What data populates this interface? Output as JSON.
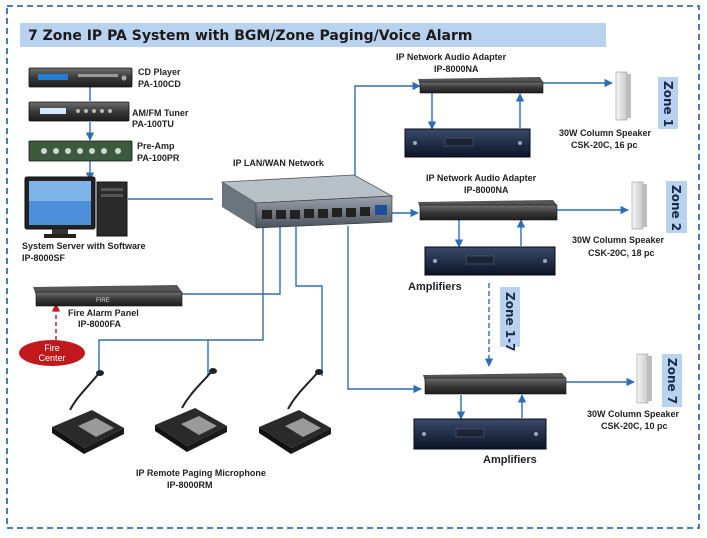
{
  "title": "7 Zone IP PA System with BGM/Zone Paging/Voice Alarm",
  "colors": {
    "frame": "#2f6db5",
    "line": "#2f6db5",
    "band": "#b9d2ef",
    "zone_band": "#b9d2ef",
    "fire": "#c0181c"
  },
  "labels": {
    "cd_name": "CD Player",
    "cd_model": "PA-100CD",
    "tuner_name": "AM/FM Tuner",
    "tuner_model": "PA-100TU",
    "preamp_name": "Pre-Amp",
    "preamp_model": "PA-100PR",
    "server_name": "System Server with Software",
    "server_model": "IP-8000SF",
    "network": "IP LAN/WAN Network",
    "fire_panel_name": "Fire Alarm Panel",
    "fire_panel_model": "IP-8000FA",
    "fire_panel_face": "FIRE",
    "fire_center_1": "Fire",
    "fire_center_2": "Center",
    "mic_name": "IP Remote Paging Microphone",
    "mic_model": "IP-8000RM",
    "adapter1_name": "IP Network Audio Adapter",
    "adapter1_model": "IP-8000NA",
    "adapter2_name": "IP Network Audio Adapter",
    "adapter2_model": "IP-8000NA",
    "amplifiers_2": "Amplifiers",
    "amplifiers_7": "Amplifiers",
    "speaker1_name": "30W Column Speaker",
    "speaker1_model": "CSK-20C, 16 pc",
    "speaker2_name": "30W Column Speaker",
    "speaker2_model": "CSK-20C, 18 pc",
    "speaker7_name": "30W Column Speaker",
    "speaker7_model": "CSK-20C, 10 pc",
    "zone1": "Zone 1",
    "zone2": "Zone 2",
    "zone7": "Zone 7",
    "zone17": "Zone 1-7"
  }
}
